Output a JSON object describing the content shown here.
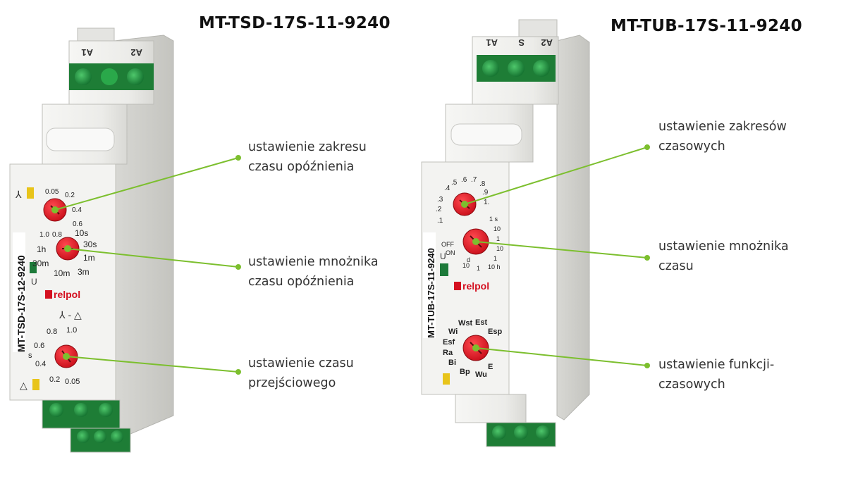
{
  "left_device": {
    "title": "MT-TSD-17S-11-9240",
    "terminals_top": [
      "A1",
      "A2"
    ],
    "side_label": "MT-TSD-17S-12-9240",
    "brand": "relpol",
    "led_symbol_top": "⅄",
    "led_symbol_bottom": "△",
    "mode_symbol": "⅄ - △",
    "dial_range": {
      "labels": [
        "0.05",
        "0.2",
        "0.4",
        "0.6",
        "0.8",
        "1.0"
      ]
    },
    "dial_multiplier": {
      "labels": [
        "10s",
        "30s",
        "1m",
        "3m",
        "10m",
        "30m",
        "1h"
      ]
    },
    "dial_transition": {
      "labels": [
        "1.0",
        "0.8",
        "0.6",
        "0.4",
        "0.2",
        "0.05"
      ],
      "unit": "s"
    },
    "supply_label": "U",
    "captions": {
      "range": [
        "ustawienie zakresu",
        "czasu opóźnienia"
      ],
      "multiplier": [
        "ustawienie mnożnika",
        "czasu opóźnienia"
      ],
      "transition": [
        "ustawienie czasu",
        "przejściowego"
      ]
    }
  },
  "right_device": {
    "title": "MT-TUB-17S-11-9240",
    "terminals_top": [
      "A1",
      "S",
      "A2"
    ],
    "side_label": "MT-TUB-17S-11-9240",
    "brand": "relpol",
    "dial_range": {
      "labels": [
        ".1",
        ".2",
        ".3",
        ".4",
        ".5",
        ".6",
        ".7",
        ".8",
        ".9",
        "1."
      ]
    },
    "dial_multiplier": {
      "labels": [
        "OFF",
        "ON",
        "1 s",
        "10",
        "1",
        "10",
        "1",
        "10 h",
        "1",
        "10",
        "d"
      ]
    },
    "dial_function": {
      "labels": [
        "Wst",
        "Est",
        "Esp",
        "Wi",
        "Esf",
        "Ra",
        "Bi",
        "Bp",
        "Wu",
        "E"
      ]
    },
    "supply_label": "U",
    "captions": {
      "range": [
        "ustawienie zakresów",
        "czasowych"
      ],
      "multiplier": [
        "ustawienie mnożnika",
        "czasu"
      ],
      "function": [
        "ustawienie funkcji-",
        "czasowych"
      ]
    }
  },
  "colors": {
    "leader": "#7cbf2e",
    "dial": "#e0101e",
    "body": "#ececea",
    "terminal": "#1f8f3a",
    "led_yellow": "#e8c41a",
    "led_green": "#1d7a3a"
  }
}
